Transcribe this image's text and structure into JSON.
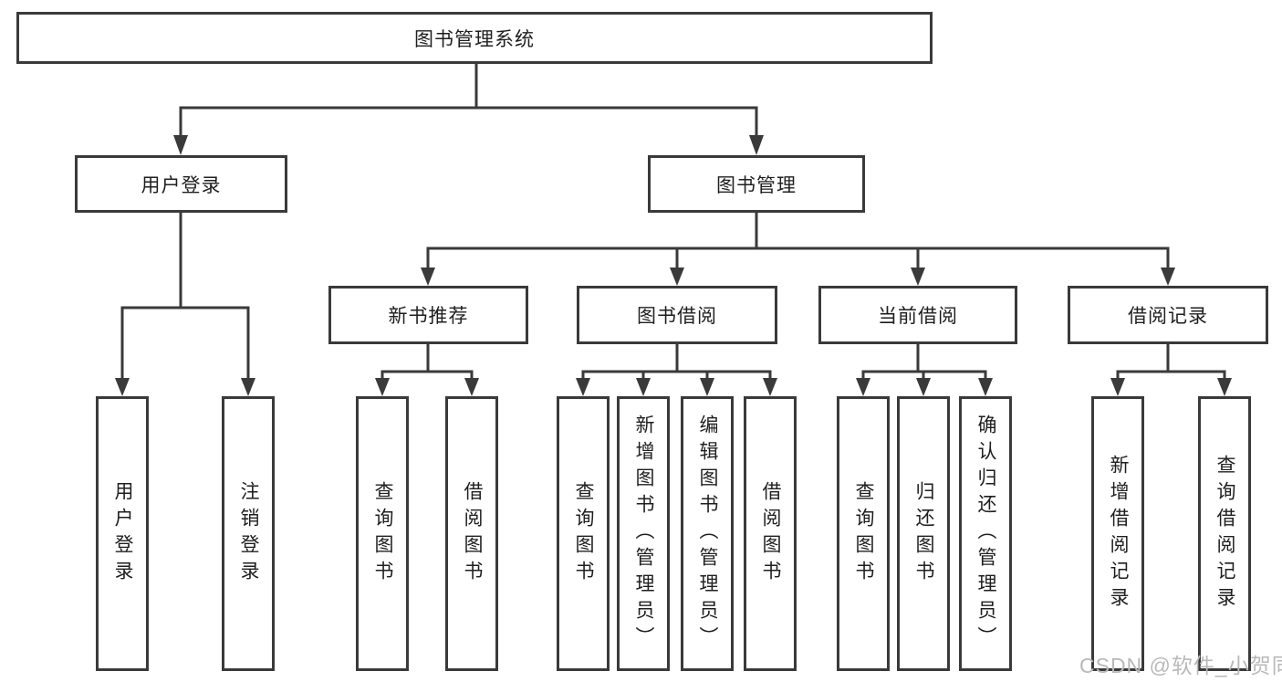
{
  "diagram": {
    "title": "图书管理系统",
    "branches": [
      {
        "label": "用户登录",
        "children": [
          "用户登录",
          "注销登录"
        ]
      },
      {
        "label": "图书管理",
        "sections": [
          {
            "label": "新书推荐",
            "children": [
              "查询图书",
              "借阅图书"
            ]
          },
          {
            "label": "图书借阅",
            "children": [
              "查询图书",
              "新增图书（管理员）",
              "编辑图书（管理员）",
              "借阅图书"
            ]
          },
          {
            "label": "当前借阅",
            "children": [
              "查询图书",
              "归还图书",
              "确认归还（管理员）"
            ]
          },
          {
            "label": "借阅记录",
            "children": [
              "新增借阅记录",
              "查询借阅记录"
            ]
          }
        ]
      }
    ]
  },
  "watermark": "CSDN @软件_小贺同学",
  "colors": {
    "line": "#3a3a3a",
    "text": "#1f1f1f",
    "node_background": "#ffffff",
    "watermark": "#b9b9b9"
  }
}
